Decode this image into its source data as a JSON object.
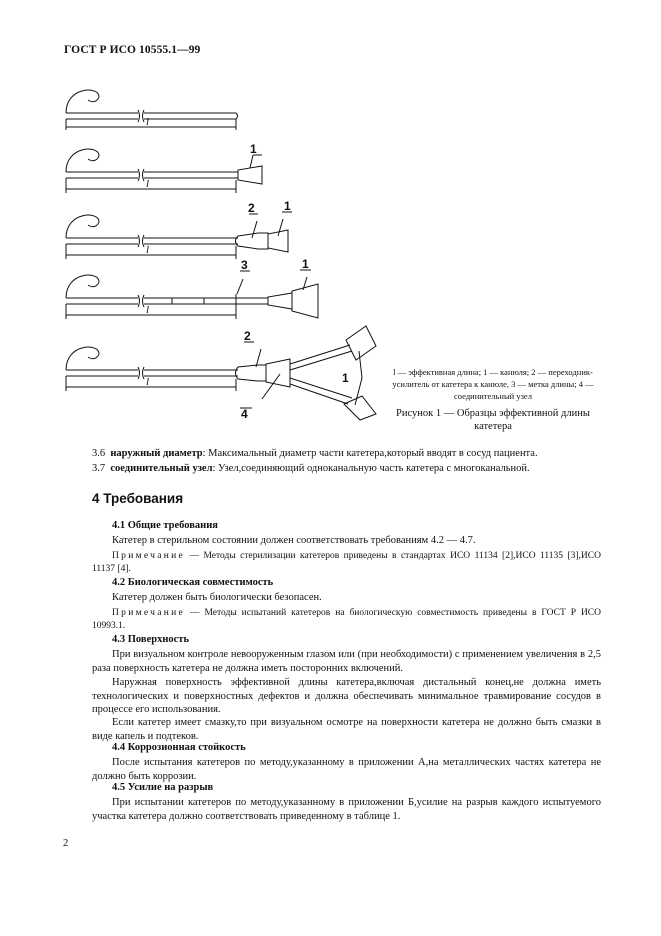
{
  "header": {
    "title": "ГОСТ Р ИСО 10555.1—99"
  },
  "figure": {
    "labels": {
      "l": "l",
      "n1": "1",
      "n2": "2",
      "n3": "3",
      "n4": "4"
    },
    "legend": "l — эффективная длина; 1 — канюля; 2 — переходник-усилитель от катетера к канюле, 3 — метка длины; 4 — соединительный узел",
    "caption": "Рисунок 1 — Образцы эффективной длины катетера"
  },
  "definitions": [
    {
      "num": "3.6",
      "term": "наружный диаметр",
      "text": ": Максимальный диаметр части катетера,который вводят в сосуд пациента."
    },
    {
      "num": "3.7",
      "term": "соединительный узел",
      "text": ": Узел,соединяющий одноканальную часть катетера с многоканальной."
    }
  ],
  "section": {
    "title": "4  Требования"
  },
  "s41": {
    "title": "4.1  Общие требования",
    "text": "Катетер в стерильном состоянии должен соответствовать требованиям 4.2 — 4.7.",
    "note_label": "Примечание",
    "note_text": " — Методы стерилизации катетеров приведены в стандартах ИСО 11134 [2],ИСО 11135 [3],ИСО 11137 [4]."
  },
  "s42": {
    "title": "4.2  Биологическая совместимость",
    "text": "Катетер должен быть биологически безопасен.",
    "note_label": "Примечание",
    "note_text": " — Методы испытаний катетеров на биологическую совместимость приведены в ГОСТ Р ИСО 10993.1."
  },
  "s43": {
    "title": "4.3  Поверхность",
    "p1": "При визуальном контроле невооруженным глазом или (при необходимости) с применением увеличения в 2,5 раза поверхность катетера не должна иметь посторонних включений.",
    "p2": "Наружная поверхность эффективной длины катетера,включая дистальный конец,не должна иметь технологических и поверхностных дефектов и должна обеспечивать минимальное травмирование сосудов в процессе его использования.",
    "p3": "Если катетер имеет смазку,то при визуальном осмотре на поверхности катетера не должно быть смазки в виде капель и подтеков."
  },
  "s44": {
    "title": "4.4  Коррозионная стойкость",
    "text": "После испытания катетеров по методу,указанному в приложении А,на металлических частях катетера не должно быть коррозии."
  },
  "s45": {
    "title": "4.5  Усилие на разрыв",
    "text": "При испытании катетеров по методу,указанному в приложении Б,усилие на разрыв каждого испытуемого участка катетера должно соответствовать приведенному в таблице 1."
  },
  "page_number": "2"
}
